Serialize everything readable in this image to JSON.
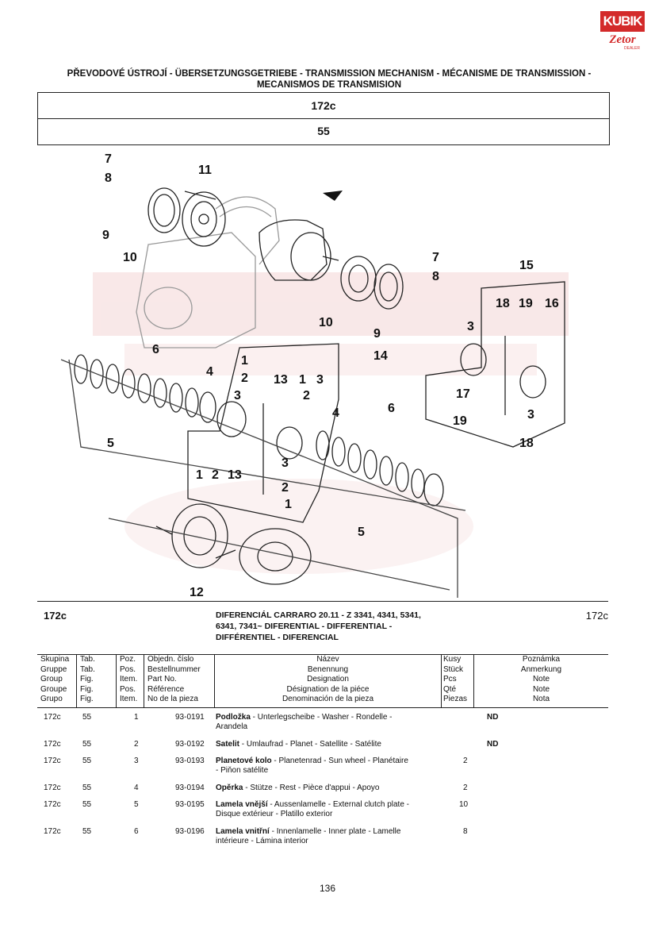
{
  "logo": {
    "top": "KUBIK",
    "bottom": "Zetor",
    "tag": "DEALER"
  },
  "header": {
    "title": "PŘEVODOVÉ ÚSTROJÍ - ÜBERSETZUNGSGETRIEBE - TRANSMISSION MECHANISM - MÉCANISME DE TRANSMISSION - MECANISMOS DE TRANSMISION",
    "group": "172c",
    "table": "55"
  },
  "figure": {
    "callouts": [
      "7",
      "8",
      "11",
      "9",
      "10",
      "7",
      "8",
      "15",
      "18",
      "19",
      "16",
      "10",
      "9",
      "3",
      "14",
      "6",
      "4",
      "1",
      "2",
      "13",
      "1",
      "3",
      "17",
      "5",
      "3",
      "2",
      "4",
      "6",
      "19",
      "3",
      "1",
      "2",
      "13",
      "18",
      "3",
      "2",
      "1",
      "5",
      "12"
    ]
  },
  "description": {
    "group_left": "172c",
    "group_right": "172c",
    "name": "DIFERENCIÁL CARRARO 20.11 - Z 3341, 4341, 5341, 6341, 7341~ DIFERENTIAL - DIFFERENTIAL - DIFFÉRENTIEL - DIFERENCIAL"
  },
  "columns": {
    "skupina": [
      "Skupina",
      "Gruppe",
      "Group",
      "Groupe",
      "Grupo"
    ],
    "tab": [
      "Tab.",
      "Tab.",
      "Fig.",
      "Fig.",
      "Fig."
    ],
    "poz": [
      "Poz.",
      "Pos.",
      "Item.",
      "Pos.",
      "Item."
    ],
    "objedn": [
      "Objedn. číslo",
      "Bestellnummer",
      "Part No.",
      "Référence",
      "No de la pieza"
    ],
    "nazev": [
      "Název",
      "Benennung",
      "Designation",
      "Désignation de la piéce",
      "Denominación de la pieza"
    ],
    "kusy": [
      "Kusy",
      "Stück",
      "Pcs",
      "Qté",
      "Piezas"
    ],
    "poznamka": [
      "Poznámka",
      "Anmerkung",
      "Note",
      "Note",
      "Nota"
    ]
  },
  "rows": [
    {
      "group": "172c",
      "tab": "55",
      "pos": "1",
      "part": "93-0191",
      "name_bold": "Podložka",
      "name_rest": " - Unterlegscheibe - Washer - Rondelle -",
      "name_line2": "Arandela",
      "qty": "",
      "note": "ND"
    },
    {
      "group": "172c",
      "tab": "55",
      "pos": "2",
      "part": "93-0192",
      "name_bold": "Satelit",
      "name_rest": " - Umlaufrad - Planet - Satellite - Satélite",
      "name_line2": "",
      "qty": "",
      "note": "ND"
    },
    {
      "group": "172c",
      "tab": "55",
      "pos": "3",
      "part": "93-0193",
      "name_bold": "Planetové kolo",
      "name_rest": " - Planetenrad - Sun wheel - Planétaire",
      "name_line2": "- Piňon satélite",
      "qty": "2",
      "note": ""
    },
    {
      "group": "172c",
      "tab": "55",
      "pos": "4",
      "part": "93-0194",
      "name_bold": "Opěrka",
      "name_rest": " - Stütze - Rest - Pièce d'appui - Apoyo",
      "name_line2": "",
      "qty": "2",
      "note": ""
    },
    {
      "group": "172c",
      "tab": "55",
      "pos": "5",
      "part": "93-0195",
      "name_bold": "Lamela vnější",
      "name_rest": " - Aussenlamelle - External clutch plate -",
      "name_line2": "Disque extérieur - Platillo exterior",
      "qty": "10",
      "note": ""
    },
    {
      "group": "172c",
      "tab": "55",
      "pos": "6",
      "part": "93-0196",
      "name_bold": "Lamela vnitřní",
      "name_rest": " - Innenlamelle - Inner plate - Lamelle",
      "name_line2": "intérieure - Lámina interior",
      "qty": "8",
      "note": ""
    }
  ],
  "page_number": "136",
  "colors": {
    "brand_red": "#d32a2a",
    "ink": "#111111",
    "watermark": "#f6dcdc"
  }
}
